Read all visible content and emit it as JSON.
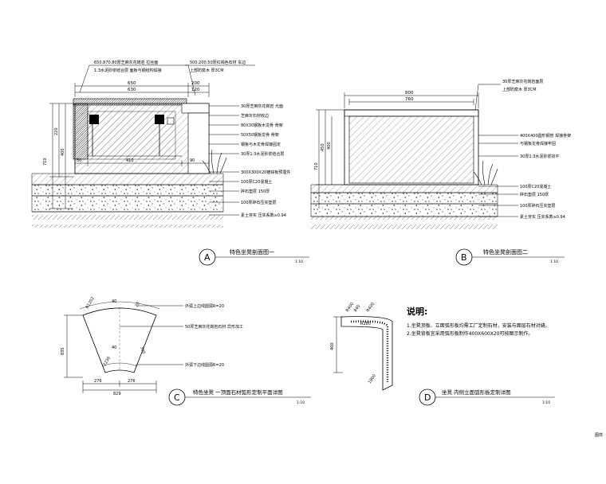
{
  "section_a": {
    "label_tl1": "650.870.80厚芝麻灰花岗岩 拉丝面",
    "label_tl2": "1:3水泥砂浆结合层 面板与钢结构焊接",
    "label_tr1": "500.200.50厚红褐色石材 车边",
    "label_tr2": "上部防腐木 厚3CM",
    "dim_650": "650",
    "dim_630": "630",
    "dim_200": "200",
    "dim_120": "120",
    "dim_50": "50",
    "dim_410": "410",
    "dim_710": "710",
    "dim_220": "220",
    "dim_400": "400",
    "dim_90": "90",
    "callouts": [
      "30厚芝麻灰花岗岩 光面",
      "芝麻灰石材收边",
      "80X30钢板木龙骨 骨架",
      "50X50钢板龙骨 骨架",
      "钢板与木龙骨焊接固定",
      "30厚1:3水泥砂浆结合层",
      "300X300X20镀锌板预埋件",
      "100厚C20混凝土",
      "碎石垫层 150厚",
      "100厚碎石压实垫层",
      "素土夯实 压实系数≥0.94"
    ],
    "title": "特色坐凳剖面图一",
    "scale": "1:10",
    "letter": "A"
  },
  "section_b": {
    "label_r1": "30厚芝麻灰花岗岩面层",
    "label_r2": "上部防腐木 厚3CM",
    "dim_800": "800",
    "dim_760": "760",
    "dim_710": "710",
    "dim_450": "450",
    "dim_400": "400",
    "callouts": [
      "400X400圆形钢管 焊接骨架",
      "与钢板龙骨焊接牢固",
      "30厚1:3水泥砂浆找平",
      "100厚C20混凝土",
      "碎石垫层 150厚",
      "100厚碎石压实垫层",
      "素土夯实 压实系数≥0.94"
    ],
    "title": "特色坐凳剖面图二",
    "scale": "1:10",
    "letter": "B"
  },
  "detail_c": {
    "r_label": "R1202",
    "dim_40a": "40",
    "dim_40b": "40",
    "dim_300": "300",
    "dim_2230": "2230",
    "dim_835": "835",
    "dim_276a": "276",
    "dim_276b": "276",
    "dim_829": "829",
    "dim_20": "20",
    "callout_top": "外弧上边线圆弧R=20",
    "callout_mid": "50厚芝麻灰花岗岩石材 异形加工",
    "callout_bot": "外弧下边线圆弧R=20",
    "title": "特色坐凳 一顶面石材弧形定制平面详图",
    "scale": "1:10",
    "letter": "C"
  },
  "detail_d": {
    "dim_400": "400",
    "r_top": "R400",
    "r_bot": "R400",
    "dim_840": "840",
    "dim_1800": "1800",
    "r_mid": "R280",
    "title": "坐凳 内侧立面弧形板定制详图",
    "scale": "1:10",
    "letter": "D"
  },
  "notes": {
    "title": "说明:",
    "lines": [
      "1.坐凳顶板、立面弧形板均需工厂定制石材，安装与面层石材对缝。",
      "2.坐凳背板宜采用弧形板制作400X600X20可按图示制作。"
    ]
  },
  "corner": "图样"
}
